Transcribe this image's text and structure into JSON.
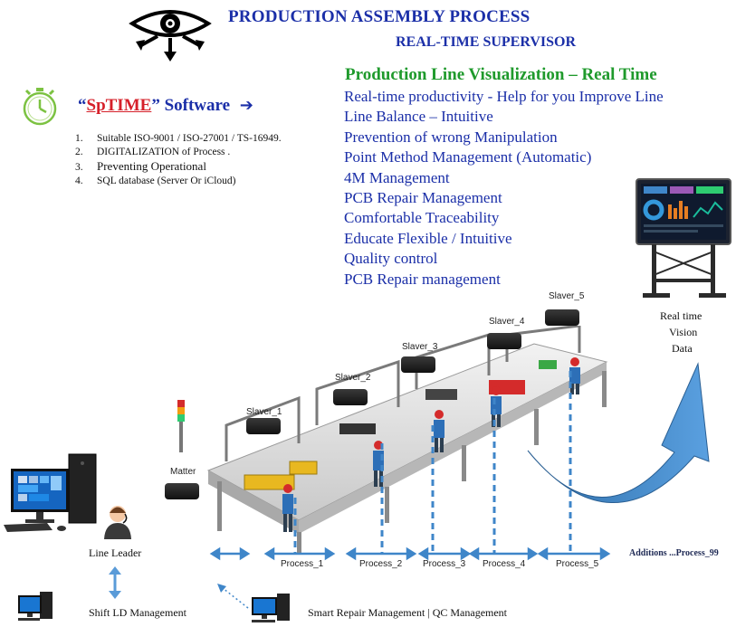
{
  "header": {
    "title": "PRODUCTION  ASSEMBLY PROCESS",
    "subtitle": "REAL-TIME SUPERVISOR",
    "eye_icon": "eye-arrows-icon"
  },
  "software": {
    "quote_open": "“",
    "name": "SpTIME",
    "quote_close": "”",
    "label": "Software",
    "arrow": "➔",
    "features": [
      {
        "num": "1.",
        "text": "Suitable ISO-9001   / ISO-27001   / TS-16949."
      },
      {
        "num": "2.",
        "text": "DIGITALIZATION  of  Process ."
      },
      {
        "num": "3.",
        "text": "Preventing Operational"
      },
      {
        "num": "4.",
        "text": "SQL database (Server Or iCloud)"
      }
    ]
  },
  "visualization": {
    "title": "Production  Line Visualization   – Real Time",
    "items": [
      "Real-time productivity - Help for you Improve Line",
      "Line Balance  – Intuitive",
      "Prevention of wrong Manipulation",
      "Point Method Management  (Automatic)",
      "4M Management",
      "PCB Repair Management",
      "Comfortable Traceability",
      "Educate Flexible  / Intuitive",
      "Quality  control",
      "PCB Repair management"
    ]
  },
  "slavers": [
    "Slaver_1",
    "Slaver_2",
    "Slaver_3",
    "Slaver_4",
    "Slaver_5"
  ],
  "matter_label": "Matter",
  "realtime_label": [
    "Real time",
    "Vision",
    "Data"
  ],
  "processes": [
    "Process_1",
    "Process_2",
    "Process_3",
    "Process_4",
    "Process_5"
  ],
  "additions_label": "Additions ...Process_99",
  "roles": {
    "line_leader": "Line Leader",
    "shift_ld": "Shift LD Management",
    "smart_repair": "Smart Repair Management | QC Management"
  },
  "colors": {
    "title_blue": "#1b2fa8",
    "accent_green": "#1f9a2c",
    "brand_red": "#d6202a",
    "arrow_blue": "#3f86c9"
  }
}
